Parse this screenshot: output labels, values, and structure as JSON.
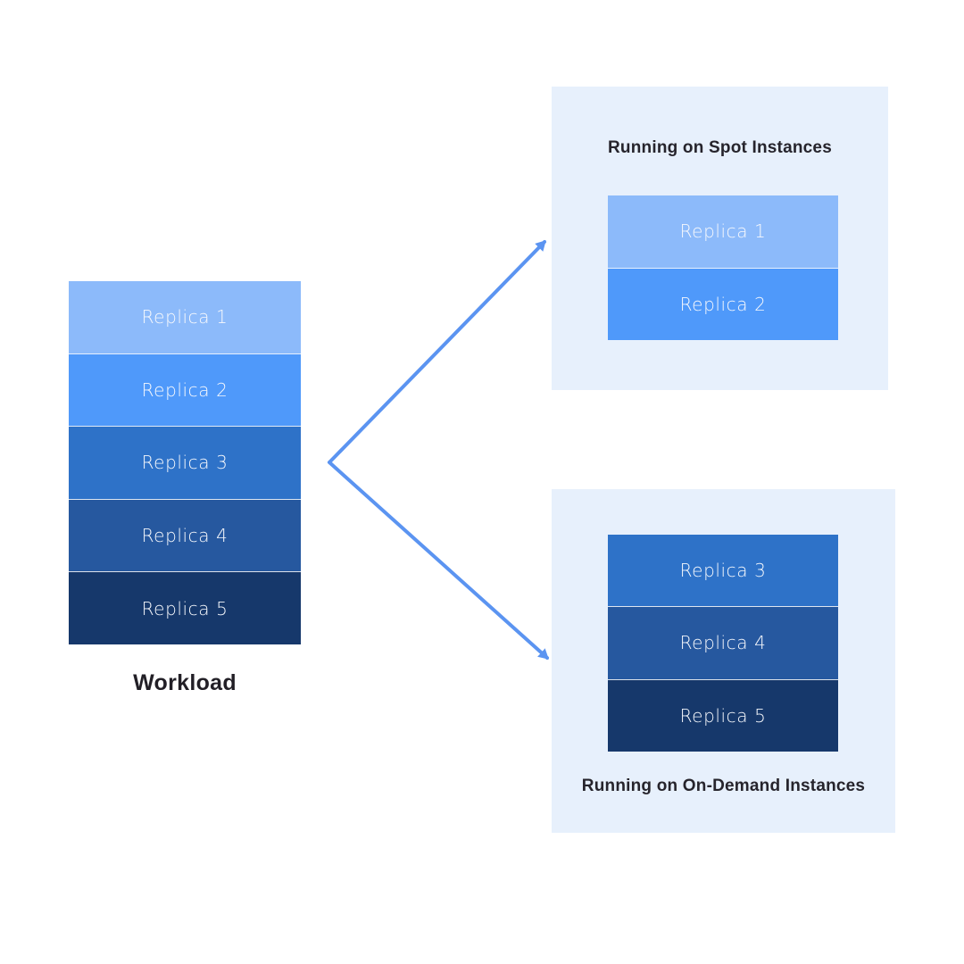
{
  "palette": {
    "canvas_bg": "#ffffff",
    "box_bg": "#e7f0fc",
    "arrow": "#5b94f1",
    "title_text": "#26242c",
    "replica_text": "#f6f8fc"
  },
  "workload": {
    "label": "Workload",
    "replicas": [
      {
        "label": "Replica 1",
        "color": "#8cbafa"
      },
      {
        "label": "Replica 2",
        "color": "#4f99fa"
      },
      {
        "label": "Replica 3",
        "color": "#2e72c8"
      },
      {
        "label": "Replica 4",
        "color": "#26589f"
      },
      {
        "label": "Replica 5",
        "color": "#16386b"
      }
    ]
  },
  "spot_group": {
    "title": "Running on Spot Instances",
    "replicas": [
      {
        "label": "Replica 1",
        "color": "#8cbafa"
      },
      {
        "label": "Replica 2",
        "color": "#4f99fa"
      }
    ]
  },
  "ondemand_group": {
    "title": "Running on On-Demand Instances",
    "replicas": [
      {
        "label": "Replica 3",
        "color": "#2e72c8"
      },
      {
        "label": "Replica 4",
        "color": "#26589f"
      },
      {
        "label": "Replica 5",
        "color": "#16386b"
      }
    ]
  }
}
